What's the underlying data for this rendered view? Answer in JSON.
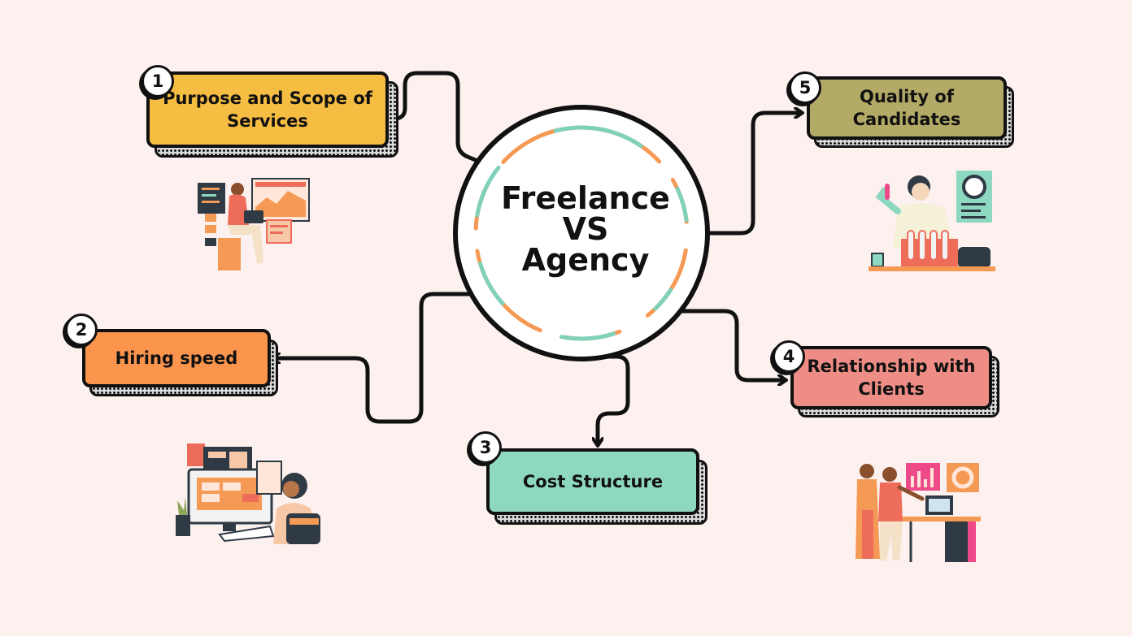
{
  "diagram": {
    "center": {
      "line1": "Freelance",
      "line2": "VS",
      "line3": "Agency"
    },
    "nodes": [
      {
        "number": "1",
        "label": "Purpose and Scope of Services",
        "color": "#f5bd42"
      },
      {
        "number": "2",
        "label": "Hiring speed",
        "color": "#fb954d"
      },
      {
        "number": "3",
        "label": "Cost Structure",
        "color": "#8ed8c1"
      },
      {
        "number": "4",
        "label": "Relationship with Clients",
        "color": "#ee8d85"
      },
      {
        "number": "5",
        "label": "Quality of Candidates",
        "color": "#b3aa67"
      }
    ],
    "colors": {
      "accent_orange": "#f59a55",
      "accent_teal": "#7fd1bc",
      "line": "#111111",
      "background": "#fdf1ef"
    },
    "illustrations": [
      {
        "name": "person-working-dashboard-illustration"
      },
      {
        "name": "person-at-computer-illustration"
      },
      {
        "name": "two-people-presentation-illustration"
      },
      {
        "name": "scientist-lab-illustration"
      }
    ]
  }
}
